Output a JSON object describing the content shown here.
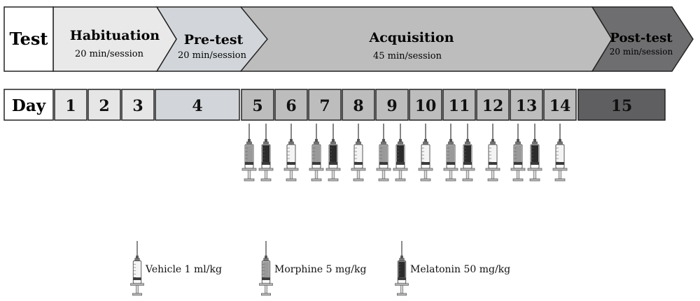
{
  "phase_row": {
    "label": "Test",
    "phases": [
      {
        "name": "Habituation",
        "session": "20 min/session",
        "fill": "#e9e9e9"
      },
      {
        "name": "Pre-test",
        "session": "20 min/session",
        "fill": "#d2d6da"
      },
      {
        "name": "Acquisition",
        "session": "45 min/session",
        "fill": "#bdbdbd"
      },
      {
        "name": "Post-test",
        "session": "20 min/session",
        "fill": "#6e6e70"
      }
    ]
  },
  "day_row": {
    "label": "Day",
    "days": [
      {
        "day": "1",
        "fill": "#e6e6e6"
      },
      {
        "day": "2",
        "fill": "#e6e6e6"
      },
      {
        "day": "3",
        "fill": "#e6e6e6"
      },
      {
        "day": "4",
        "fill": "#d2d6da"
      },
      {
        "day": "5",
        "fill": "#bdbdbd"
      },
      {
        "day": "6",
        "fill": "#bdbdbd"
      },
      {
        "day": "7",
        "fill": "#bdbdbd"
      },
      {
        "day": "8",
        "fill": "#bdbdbd"
      },
      {
        "day": "9",
        "fill": "#bdbdbd"
      },
      {
        "day": "10",
        "fill": "#bdbdbd"
      },
      {
        "day": "11",
        "fill": "#bdbdbd"
      },
      {
        "day": "12",
        "fill": "#bdbdbd"
      },
      {
        "day": "13",
        "fill": "#bdbdbd"
      },
      {
        "day": "14",
        "fill": "#bdbdbd"
      },
      {
        "day": "15",
        "fill": "#5f5f61"
      }
    ]
  },
  "injections": [
    {
      "day": "5",
      "syringes": [
        "morphine",
        "melatonin"
      ]
    },
    {
      "day": "6",
      "syringes": [
        "vehicle"
      ]
    },
    {
      "day": "7",
      "syringes": [
        "morphine",
        "melatonin"
      ]
    },
    {
      "day": "8",
      "syringes": [
        "vehicle"
      ]
    },
    {
      "day": "9",
      "syringes": [
        "morphine",
        "melatonin"
      ]
    },
    {
      "day": "10",
      "syringes": [
        "vehicle"
      ]
    },
    {
      "day": "11",
      "syringes": [
        "morphine",
        "melatonin"
      ]
    },
    {
      "day": "12",
      "syringes": [
        "vehicle"
      ]
    },
    {
      "day": "13",
      "syringes": [
        "morphine",
        "melatonin"
      ]
    },
    {
      "day": "14",
      "syringes": [
        "vehicle"
      ]
    }
  ],
  "legend": [
    {
      "type": "vehicle",
      "label": "Vehicle 1 ml/kg"
    },
    {
      "type": "morphine",
      "label": "Morphine 5 mg/kg"
    },
    {
      "type": "melatonin",
      "label": "Melatonin 50 mg/kg"
    }
  ],
  "syringe_colors": {
    "vehicle": "#f4f4f4",
    "morphine": "#9a9a9a",
    "melatonin": "#2b2b2b"
  }
}
